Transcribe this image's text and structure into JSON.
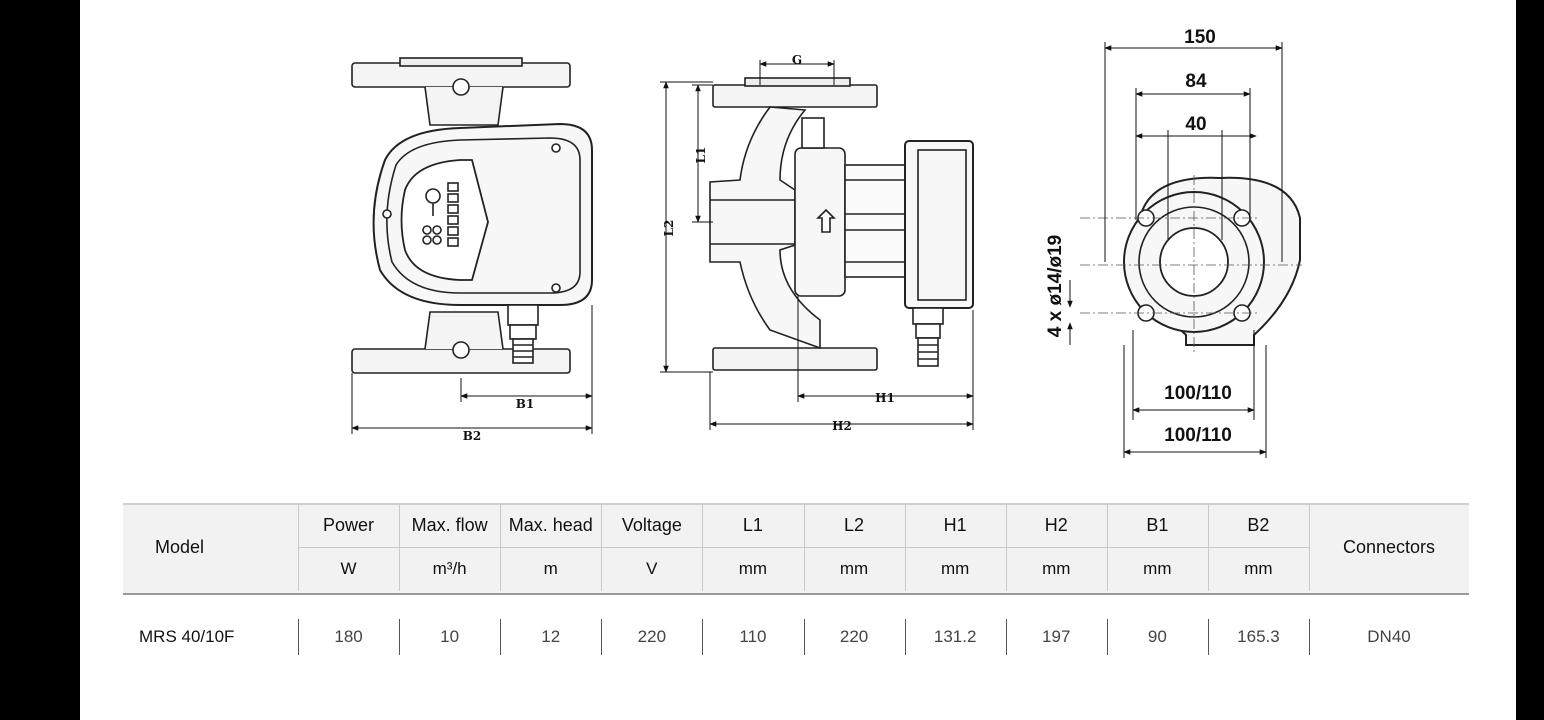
{
  "drawing": {
    "front_view": {
      "labels": {
        "b1": "B1",
        "b2": "B2"
      }
    },
    "side_view": {
      "labels": {
        "g": "G",
        "l1": "L1",
        "l2": "L2",
        "h1": "H1",
        "h2": "H2"
      }
    },
    "flange_view": {
      "labels": {
        "width_outer": "150",
        "width_mid": "84",
        "width_inner": "40",
        "bolt_holes": "4 x ø14/ø19",
        "bolt_circle_1": "100/110",
        "bolt_circle_2": "100/110"
      }
    }
  },
  "table": {
    "model_header": "Model",
    "connectors_header": "Connectors",
    "columns": [
      {
        "name": "Power",
        "unit": "W"
      },
      {
        "name": "Max. flow",
        "unit": "m³/h"
      },
      {
        "name": "Max. head",
        "unit": "m"
      },
      {
        "name": "Voltage",
        "unit": "V"
      },
      {
        "name": "L1",
        "unit": "mm"
      },
      {
        "name": "L2",
        "unit": "mm"
      },
      {
        "name": "H1",
        "unit": "mm"
      },
      {
        "name": "H2",
        "unit": "mm"
      },
      {
        "name": "B1",
        "unit": "mm"
      },
      {
        "name": "B2",
        "unit": "mm"
      }
    ],
    "rows": [
      {
        "model": "MRS 40/10F",
        "values": [
          "180",
          "10",
          "12",
          "220",
          "110",
          "220",
          "131.2",
          "197",
          "90",
          "165.3"
        ],
        "connectors": "DN40"
      }
    ]
  }
}
